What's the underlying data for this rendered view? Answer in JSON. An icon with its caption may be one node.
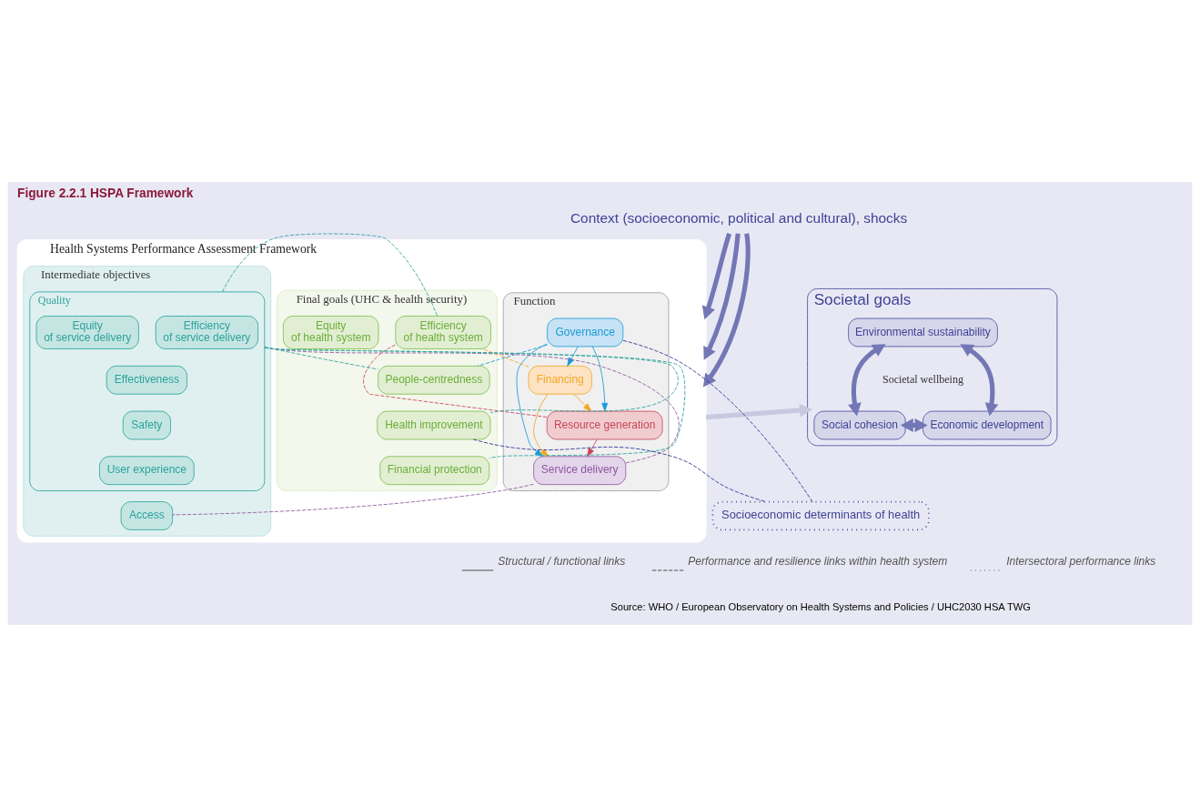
{
  "diagram": {
    "title": "Figure 2.2.1 HSPA Framework",
    "caption": "Source: WHO / European Observatory on Health Systems and Policies / UHC2030 HSA TWG",
    "nodes": [
      {
        "text": [
          "Context (socioeconomic, political and cultural), shocks"
        ]
      },
      {
        "text": [
          "Health Systems Performance Assessment Framework"
        ]
      },
      {
        "text": [
          "Function"
        ],
        "in": 1
      },
      {
        "text": [
          "Intermediate objectives"
        ],
        "in": 1
      },
      {
        "text": [
          "Final goals (UHC & health security)"
        ],
        "in": 1
      },
      {
        "text": [
          "Resource generation"
        ],
        "in": 2
      },
      {
        "text": [
          "Governance"
        ],
        "in": 2
      },
      {
        "text": [
          "Service delivery"
        ],
        "in": 2
      },
      {
        "text": [
          "Financing"
        ],
        "in": 2
      },
      {
        "text": [
          "Quality"
        ],
        "in": 3
      },
      {
        "text": [
          "Efficiency",
          "of service delivery"
        ],
        "in": 9
      },
      {
        "text": [
          "Equity",
          "of service delivery"
        ],
        "in": 9
      },
      {
        "text": [
          "Effectiveness"
        ],
        "in": 9
      },
      {
        "text": [
          "Safety"
        ],
        "in": 9
      },
      {
        "text": [
          "User experience"
        ],
        "in": 9
      },
      {
        "text": [
          "Access"
        ],
        "in": 3
      },
      {
        "text": [
          "Efficiency",
          "of health system"
        ],
        "in": 4
      },
      {
        "text": [
          "Equity",
          "of health system"
        ],
        "in": 4
      },
      {
        "text": [
          "People-centredness"
        ],
        "in": 4
      },
      {
        "text": [
          "Health improvement"
        ],
        "in": 4
      },
      {
        "text": [
          "Financial protection"
        ],
        "in": 4
      },
      {
        "text": [
          "Societal goals"
        ]
      },
      {
        "text": [
          "Environmental sustainability"
        ],
        "in": 21
      },
      {
        "text": [
          "Societal wellbeing"
        ],
        "in": 21
      },
      {
        "text": [
          "Economic development"
        ],
        "in": 21
      },
      {
        "text": [
          "Social cohesion"
        ],
        "in": 21
      },
      {
        "text": [
          "Socioeconomic determinants of health"
        ]
      }
    ],
    "edges": [
      {
        "from": 0,
        "to": 1,
        "arrow": "to",
        "style": "thick",
        "color": "#7377b5"
      },
      {
        "from": 0,
        "to": 1,
        "arrow": "to",
        "style": "thick",
        "color": "#7377b5"
      },
      {
        "from": 0,
        "to": 1,
        "arrow": "to",
        "style": "thick",
        "color": "#7377b5"
      },
      {
        "from": 6,
        "to": 5,
        "arrow": "to",
        "color": "#1a9ad6"
      },
      {
        "from": 6,
        "to": 7,
        "arrow": "to",
        "color": "#1a9ad6"
      },
      {
        "from": 6,
        "to": 8,
        "arrow": "to",
        "color": "#1a9ad6"
      },
      {
        "from": 5,
        "to": 7,
        "arrow": "to",
        "color": "#c8475a"
      },
      {
        "from": 8,
        "to": 5,
        "arrow": "to",
        "color": "#f5a623"
      },
      {
        "from": 8,
        "to": 7,
        "arrow": "to",
        "color": "#f5a623"
      },
      {
        "from": 6,
        "to": 18,
        "arrow": "none",
        "style": "dashed",
        "color": "#1a9ad6"
      },
      {
        "from": 5,
        "to": 16,
        "arrow": "none",
        "style": "dashed",
        "color": "#c8475a"
      },
      {
        "from": 8,
        "to": 16,
        "arrow": "none",
        "style": "dashed",
        "color": "#f5a623"
      },
      {
        "from": 7,
        "to": 9,
        "arrow": "none",
        "style": "dashed",
        "color": "#8e5aa0"
      },
      {
        "from": 7,
        "to": 15,
        "arrow": "none",
        "style": "dashed",
        "color": "#8e5aa0"
      },
      {
        "from": 9,
        "to": 16,
        "arrow": "none",
        "style": "dashed",
        "color": "#2aa39a"
      },
      {
        "from": 9,
        "to": 18,
        "arrow": "none",
        "style": "dashed",
        "color": "#2aa39a"
      },
      {
        "from": 9,
        "to": 19,
        "arrow": "none",
        "style": "dashed",
        "color": "#2aa39a"
      },
      {
        "from": 9,
        "to": 20,
        "arrow": "none",
        "style": "dashed",
        "color": "#2aa39a"
      },
      {
        "from": 6,
        "to": 26,
        "arrow": "none",
        "style": "dashed",
        "color": "#2e3192"
      },
      {
        "from": 19,
        "to": 26,
        "arrow": "none",
        "style": "dashed",
        "color": "#2e3192"
      },
      {
        "from": 1,
        "to": 21,
        "arrow": "to",
        "style": "thick",
        "color": "#c8c8e0"
      },
      {
        "from": 22,
        "to": 25,
        "arrow": "both",
        "style": "thick",
        "color": "#7377b5"
      },
      {
        "from": 25,
        "to": 24,
        "arrow": "both",
        "style": "thick",
        "color": "#7377b5"
      },
      {
        "from": 24,
        "to": 22,
        "arrow": "both",
        "style": "thick",
        "color": "#7377b5"
      }
    ],
    "legend": [
      {
        "text": "Structural / functional links"
      },
      {
        "text": "Performance and resilience links within health system"
      },
      {
        "text": "Intersectoral performance links"
      }
    ]
  }
}
